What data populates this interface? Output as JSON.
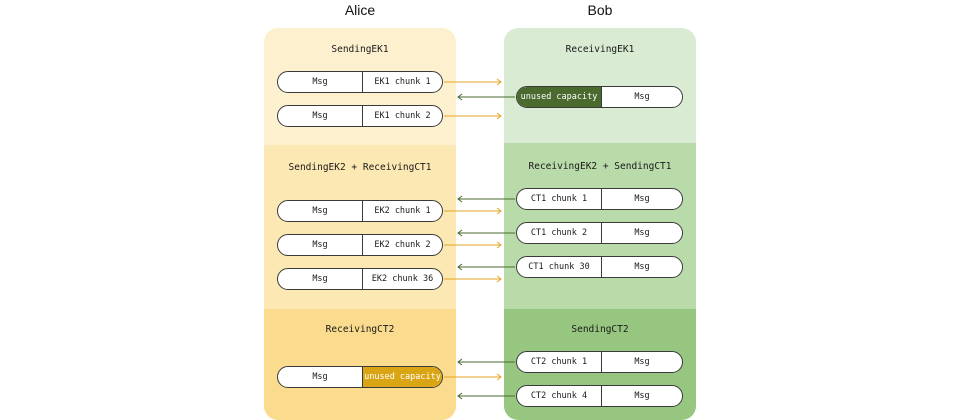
{
  "columns": {
    "alice": "Alice",
    "bob": "Bob"
  },
  "alice": {
    "bands": [
      {
        "title": "SendingEK1",
        "color": "#fdf0cf"
      },
      {
        "title": "SendingEK2 + ReceivingCT1",
        "color": "#fce8b3"
      },
      {
        "title": "ReceivingCT2",
        "color": "#fbdc8e"
      }
    ],
    "pills": [
      {
        "left": "Msg",
        "right": "EK1 chunk 1"
      },
      {
        "left": "Msg",
        "right": "EK1 chunk 2"
      },
      {
        "left": "Msg",
        "right": "EK2 chunk 1"
      },
      {
        "left": "Msg",
        "right": "EK2 chunk 2"
      },
      {
        "left": "Msg",
        "right": "EK2 chunk 36"
      },
      {
        "left": "Msg",
        "right": "unused capacity"
      }
    ]
  },
  "bob": {
    "bands": [
      {
        "title": "ReceivingEK1",
        "color": "#d9ebd3"
      },
      {
        "title": "ReceivingEK2 + SendingCT1",
        "color": "#b9dbaa"
      },
      {
        "title": "SendingCT2",
        "color": "#97c680"
      }
    ],
    "pills": [
      {
        "left": "unused capacity",
        "right": "Msg"
      },
      {
        "left": "CT1 chunk 1",
        "right": "Msg"
      },
      {
        "left": "CT1 chunk 2",
        "right": "Msg"
      },
      {
        "left": "CT1 chunk 30",
        "right": "Msg"
      },
      {
        "left": "CT2 chunk 1",
        "right": "Msg"
      },
      {
        "left": "CT2 chunk 4",
        "right": "Msg"
      }
    ]
  },
  "colors": {
    "arrow_to_bob": "#e5a524",
    "arrow_to_alice": "#4a6a2e",
    "unused_bob": "#4a6a2e",
    "unused_alice": "#d9a514"
  }
}
